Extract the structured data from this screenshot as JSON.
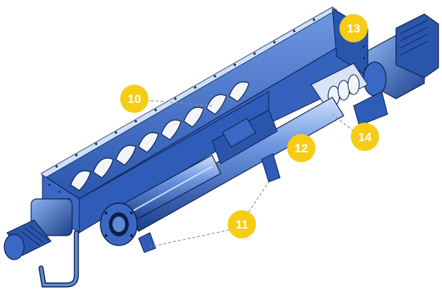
{
  "colors": {
    "steel_dark": "#1b3f8c",
    "steel_mid": "#3a68c4",
    "steel_light": "#7ea6ea",
    "steel_highlight": "#cfe0fb",
    "trough_inner": "#4d7fd6",
    "auger_white": "#f2f6fb",
    "outline": "#0d1f4a",
    "callout_fill": "#f6cc15",
    "callout_text": "#ffffff",
    "leader": "#8a8f99"
  },
  "callouts": [
    {
      "id": "c10",
      "label": "10",
      "target": "auger-screw"
    },
    {
      "id": "c11",
      "label": "11",
      "target": "pump-stator"
    },
    {
      "id": "c12",
      "label": "12",
      "target": "pump-housing"
    },
    {
      "id": "c13",
      "label": "13",
      "target": "hopper-trough"
    },
    {
      "id": "c14",
      "label": "14",
      "target": "feed-screw"
    }
  ]
}
